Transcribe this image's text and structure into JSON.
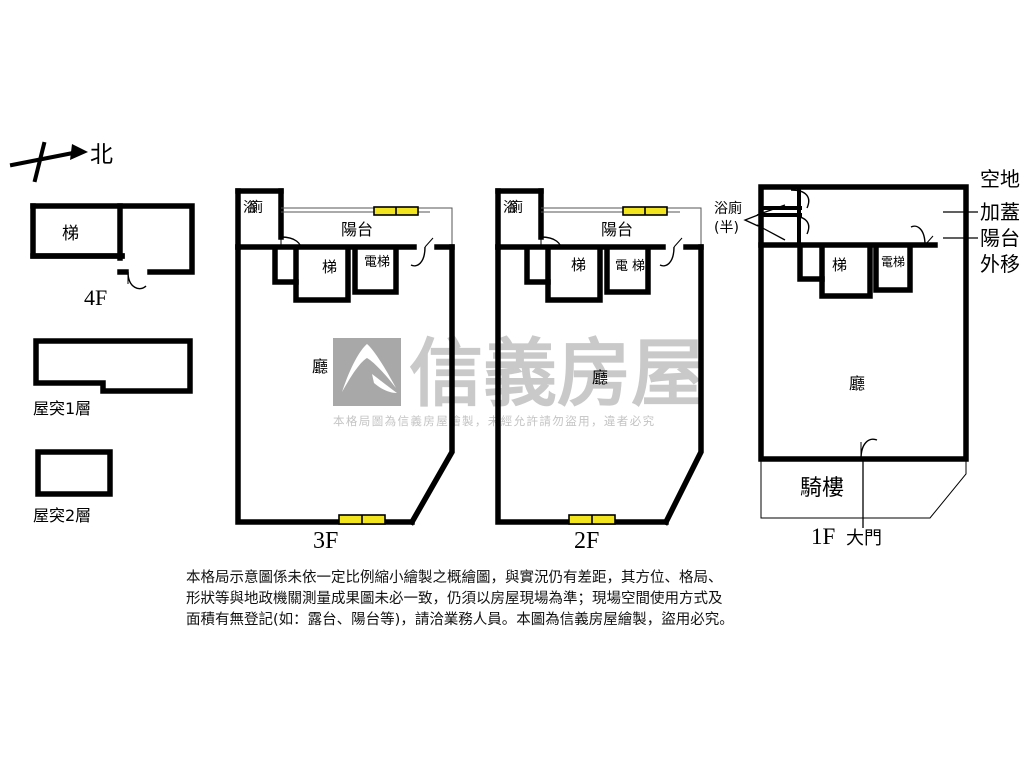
{
  "document": {
    "type": "real-estate-floor-plan",
    "compass": {
      "label": "北",
      "direction": "right"
    },
    "watermark": {
      "brand": "信義房屋",
      "notice": "本格局圖為信義房屋繪製，未經允許請勿盜用，違者必究",
      "logo_color": "#a8a8a8",
      "text_color": "#c9c9c9"
    },
    "colors": {
      "wall": "#000000",
      "window": "#f2e520",
      "background": "#ffffff"
    }
  },
  "floors": [
    {
      "id": "4f",
      "label": "4F",
      "rooms": [
        {
          "name": "stair",
          "label": "梯"
        }
      ]
    },
    {
      "id": "roof1",
      "label": "屋突1層",
      "rooms": []
    },
    {
      "id": "roof2",
      "label": "屋突2層",
      "rooms": []
    },
    {
      "id": "3f",
      "label": "3F",
      "rooms": [
        {
          "name": "bathroom",
          "label": "浴廁"
        },
        {
          "name": "balcony",
          "label": "陽台"
        },
        {
          "name": "stair",
          "label": "梯"
        },
        {
          "name": "elevator",
          "label": "電梯"
        },
        {
          "name": "living-room",
          "label": "廳"
        }
      ]
    },
    {
      "id": "2f",
      "label": "2F",
      "rooms": [
        {
          "name": "bathroom",
          "label": "浴廁"
        },
        {
          "name": "balcony",
          "label": "陽台"
        },
        {
          "name": "stair",
          "label": "梯"
        },
        {
          "name": "elevator",
          "label": "電梯"
        },
        {
          "name": "living-room",
          "label": "廳"
        }
      ]
    },
    {
      "id": "1f",
      "label": "1F",
      "rooms": [
        {
          "name": "stair",
          "label": "梯"
        },
        {
          "name": "elevator",
          "label": "電梯"
        },
        {
          "name": "living-room",
          "label": "廳"
        },
        {
          "name": "arcade",
          "label": "騎樓"
        }
      ],
      "annotations": [
        {
          "name": "half-bathroom",
          "label_line1": "浴廁",
          "label_line2": "(半)"
        },
        {
          "name": "open-area-roofed",
          "label_line1": "空地",
          "label_line2": "加蓋"
        },
        {
          "name": "balcony-extended",
          "label_line1": "陽台",
          "label_line2": "外移"
        },
        {
          "name": "main-entrance",
          "label": "大門"
        }
      ]
    }
  ],
  "disclaimer": {
    "line1": "本格局示意圖係未依一定比例縮小繪製之概繪圖，與實況仍有差距，其方位、格局、",
    "line2": "形狀等與地政機關測量成果圖未必一致，仍須以房屋現場為準；現場空間使用方式及",
    "line3": "面積有無登記(如：露台、陽台等)，請洽業務人員。本圖為信義房屋繪製，盜用必究。"
  }
}
